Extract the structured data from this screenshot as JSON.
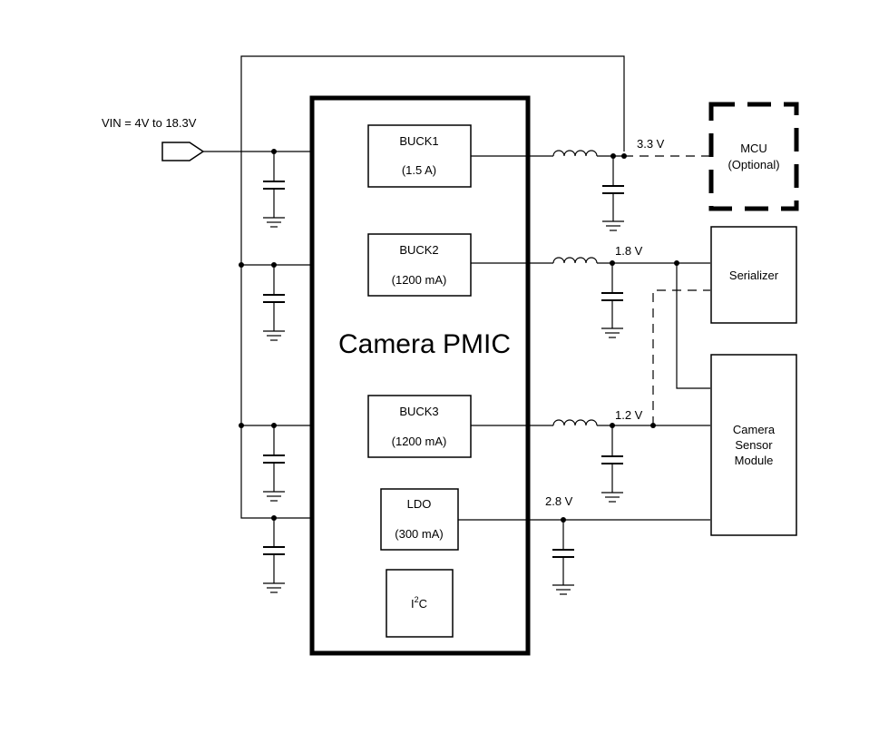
{
  "input": {
    "label": "VIN = 4V to 18.3V"
  },
  "pmic": {
    "title": "Camera PMIC"
  },
  "regulators": {
    "buck1": {
      "name": "BUCK1",
      "current": "(1.5 A)",
      "voltage": "3.3 V"
    },
    "buck2": {
      "name": "BUCK2",
      "current": "(1200 mA)",
      "voltage": "1.8 V"
    },
    "buck3": {
      "name": "BUCK3",
      "current": "(1200 mA)",
      "voltage": "1.2 V"
    },
    "ldo": {
      "name": "LDO",
      "current": "(300 mA)",
      "voltage": "2.8 V"
    }
  },
  "i2c": {
    "base": "I",
    "sup": "2",
    "tail": "C"
  },
  "loads": {
    "mcu": {
      "line1": "MCU",
      "line2": "(Optional)"
    },
    "serializer": {
      "label": "Serializer"
    },
    "sensor": {
      "line1": "Camera",
      "line2": "Sensor",
      "line3": "Module"
    }
  }
}
